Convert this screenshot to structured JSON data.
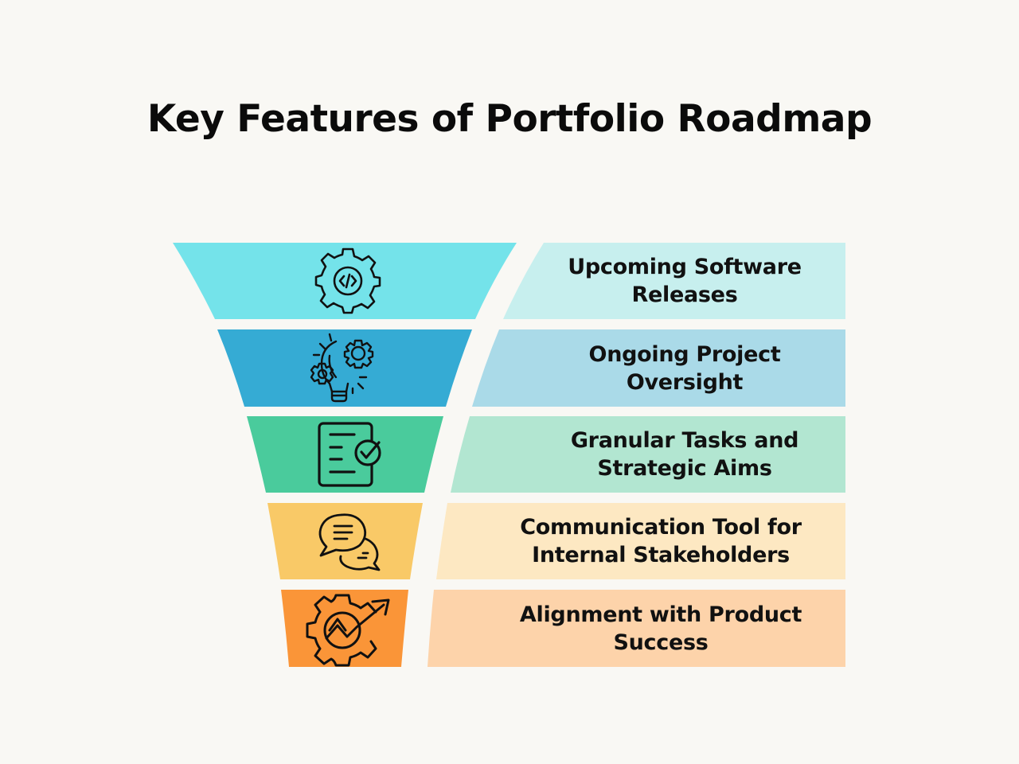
{
  "title": "Key Features of Portfolio Roadmap",
  "colors": {
    "background": "#F9F8F4",
    "text": "#111111",
    "funnel": [
      "#74E3EA",
      "#35ABD4",
      "#4ACB9C",
      "#F9C967",
      "#FA9538"
    ],
    "label_boxes": [
      "#C7EFEE",
      "#AADAE8",
      "#B2E6D1",
      "#FDE8C2",
      "#FDD3AA"
    ]
  },
  "stages": [
    {
      "icon": "gear-code-icon",
      "label": "Upcoming Software Releases",
      "line1": "Upcoming Software",
      "line2": "Releases"
    },
    {
      "icon": "lightbulb-gears-icon",
      "label": "Ongoing Project Oversight",
      "line1": "Ongoing Project",
      "line2": "Oversight"
    },
    {
      "icon": "checklist-document-icon",
      "label": "Granular Tasks and Strategic Aims",
      "line1": "Granular Tasks and",
      "line2": "Strategic Aims"
    },
    {
      "icon": "chat-bubbles-icon",
      "label": "Communication Tool for Internal Stakeholders",
      "line1": "Communication Tool for",
      "line2": "Internal Stakeholders"
    },
    {
      "icon": "gear-growth-arrow-icon",
      "label": "Alignment with Product Success",
      "line1": "Alignment with Product",
      "line2": "Success"
    }
  ]
}
